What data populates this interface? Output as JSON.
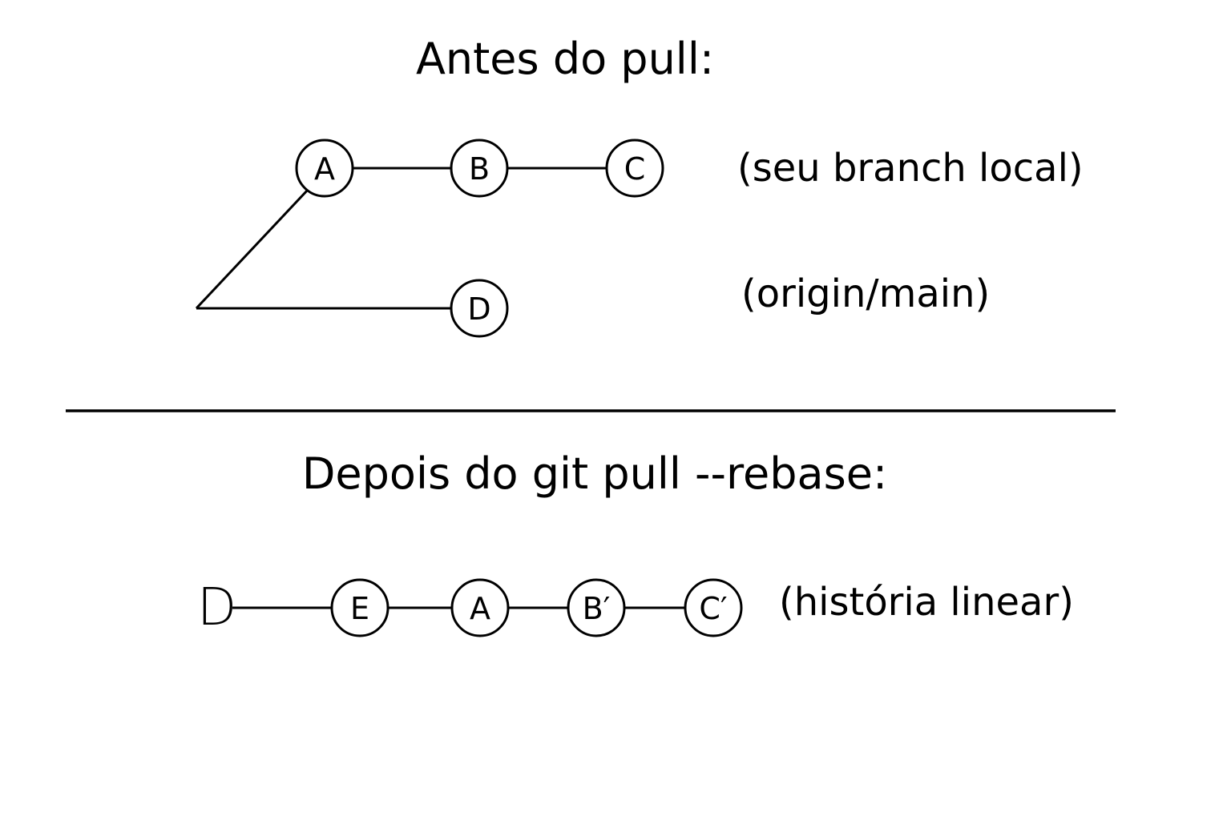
{
  "before": {
    "title": "Antes do pull:",
    "local_note": "(seu branch local)",
    "origin_note": "(origin/main)",
    "nodes": [
      "A",
      "B",
      "C",
      "D"
    ]
  },
  "after": {
    "title": "Depois do git pull --rebase:",
    "start_label": "D",
    "nodes": [
      "E",
      "A",
      "B′",
      "C′"
    ],
    "note": "(história linear)"
  },
  "colors": {
    "ink": "#000000",
    "background": "#ffffff"
  }
}
